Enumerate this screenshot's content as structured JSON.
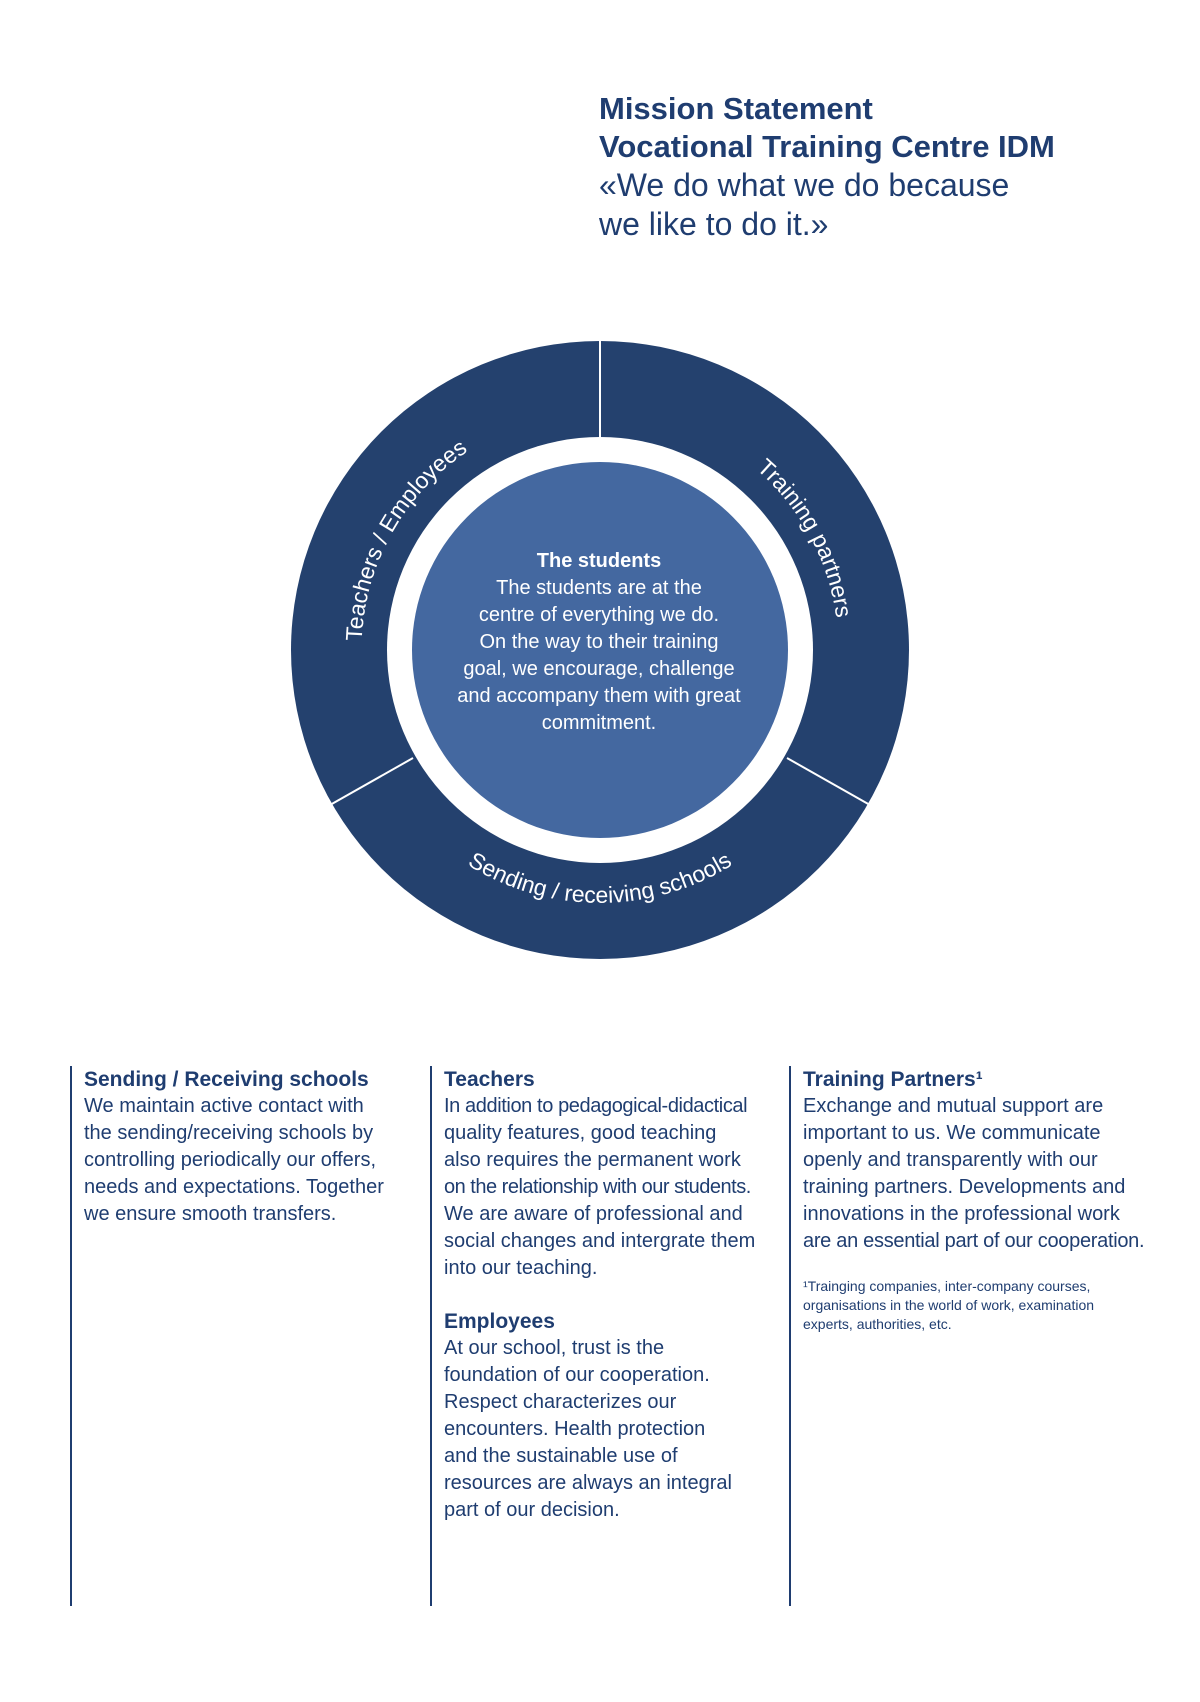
{
  "header": {
    "title_line1": "Mission Statement",
    "title_line2": "Vocational Training Centre IDM",
    "quote_line1": "«We do what we do because",
    "quote_line2": "we like to do it.»"
  },
  "diagram": {
    "segments": [
      "Teachers / Employees",
      "Training partners",
      "Sending / receiving schools"
    ],
    "center_title": "The students",
    "center_lines": [
      "The students are at the",
      "centre of everything we do.",
      "On the way to their training",
      "goal, we encourage, challenge",
      "and accompany them with great",
      "commitment."
    ],
    "colors": {
      "ring": "#24416e",
      "inner": "#4468a0",
      "text": "#ffffff"
    }
  },
  "columns": {
    "schools": {
      "heading": "Sending / Receiving schools",
      "lines": [
        "We maintain active contact with",
        "the sending/receiving schools by",
        "controlling periodically our offers,",
        "needs and expectations. Together",
        "we ensure smooth transfers."
      ]
    },
    "teachers": {
      "heading": "Teachers",
      "lines": [
        "In addition to pedagogical-didactical",
        "quality features, good teaching",
        "also requires the permanent work",
        "on the relationship with our students.",
        "We are aware of professional and",
        "social changes and intergrate them",
        "into our teaching."
      ]
    },
    "employees": {
      "heading": "Employees",
      "lines": [
        "At our school, trust is the",
        "foundation of our cooperation.",
        "Respect characterizes our",
        "encounters. Health protection",
        "and the sustainable use of",
        "resources are always an integral",
        "part of our decision."
      ]
    },
    "partners": {
      "heading": "Training Partners¹",
      "lines": [
        "Exchange and mutual support are",
        "important to us. We communicate",
        "openly and transparently with our",
        "training partners. Developments and",
        "innovations in the professional work",
        "are an essential part of our cooperation."
      ],
      "footnote_lines": [
        "¹Trainging companies, inter-company courses,",
        "organisations in the world of work, examination",
        "experts, authorities, etc."
      ]
    }
  }
}
